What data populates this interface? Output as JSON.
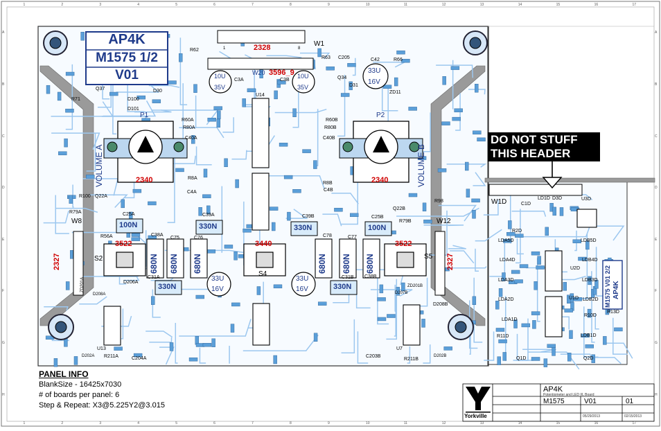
{
  "title_block": {
    "product": "AP4K",
    "model_part": "M1575 1/2",
    "version": "V01",
    "board_desc": "Potentiometer and LED I/L Board",
    "doc_number": "M1575",
    "doc_version": "V01",
    "sheet": "01",
    "date_1": "05/29/2013",
    "date_2": "02/15/2013",
    "company": "Yorkville"
  },
  "warning": {
    "line1": "DO NOT STUFF",
    "line2": "THIS HEADER"
  },
  "panel_info": {
    "heading": "PANEL INFO",
    "blank_size": "BlankSize - 16425x7030",
    "boards": "# of boards per panel: 6",
    "step_repeat": "Step & Repeat: X3@5.225Y2@3.015"
  },
  "connectors": {
    "w1": "W1",
    "w1_pin1": "1",
    "w1_pin8": "8",
    "w20": "W20",
    "w20_num": "3596_9",
    "w8": "W8",
    "w12": "W12",
    "w1d": "W1D",
    "hdr_num": "2328",
    "side_num_left": "2327",
    "side_num_right": "2327"
  },
  "pots": {
    "p1": "P1",
    "p2": "P2",
    "vol_a": "VOLUME A",
    "vol_b": "VOLUME B",
    "p1_num": "2340",
    "p2_num": "2340"
  },
  "switches": {
    "s2": "S2",
    "s4": "S4",
    "s5": "S5",
    "s2_num": "3522",
    "s4_num": "3440",
    "s5_num": "3522"
  },
  "caps": {
    "c3a_val": "10U",
    "c3a_v": "35V",
    "c3a": "C3A",
    "c3b_val": "10U",
    "c3b_v": "35V",
    "c3b": "C3B",
    "c42_val": "33U",
    "c42_v": "16V",
    "c42": "C42",
    "c200a_val": "33U",
    "c200a_v": "16V",
    "c200b_val": "33U",
    "c200b_v": "16V",
    "c25a": "C25A",
    "c25a_v": "100N",
    "c25b": "C25B",
    "c25b_v": "100N",
    "c39a": "C39A",
    "c39a_v": "330N",
    "c39b": "C39B",
    "c39b_v": "330N",
    "c31a": "C31A",
    "c31a_v": "330N",
    "c31b": "C31B",
    "c31b_v": "330N",
    "c38a": "C38A",
    "c75": "C75",
    "c76": "C76",
    "c78": "C78",
    "c77": "C77",
    "c38b": "C38B",
    "cap680": "680N"
  },
  "labels": {
    "r62": "R62",
    "r63": "R63",
    "c205": "C205",
    "r66": "R66",
    "q37": "Q37",
    "r71": "R71",
    "d100": "D100",
    "d101": "D101",
    "d30": "D30",
    "d31": "D31",
    "q34": "Q34",
    "zd11": "ZD11",
    "u14": "U14",
    "r60a": "R60A",
    "r80a": "R80A",
    "c40a": "C40A",
    "r60b": "R60B",
    "r80b": "R80B",
    "c40b": "C40B",
    "r8a": "R8A",
    "c4a": "C4A",
    "r8b": "R8B",
    "c4b": "C4B",
    "r100": "R100",
    "r79a": "R79A",
    "q22a": "Q22A",
    "r56a": "R56A",
    "r98": "R98",
    "q22b": "Q22B",
    "r79b": "R79B",
    "d206a": "D206A",
    "zd201a": "ZD201A",
    "d208a": "D208A",
    "d208b": "D208B",
    "zd201b": "ZD201B",
    "d207b": "D207B",
    "u13": "U13",
    "u7": "U7",
    "r211a": "R211A",
    "r211b": "R211B",
    "c204a": "C204A",
    "c203b": "C203B",
    "d202a": "D202A",
    "d202b": "D202B",
    "ld1d": "LD1D",
    "c1d": "C1D",
    "d3d": "D3D",
    "u3d": "U3D",
    "r2d": "R2D",
    "lda5d": "LDA5D",
    "ldb5d": "LDB5D",
    "lda4d": "LDA4D",
    "ldb4d": "LDB4D",
    "lda3d": "LDA3D",
    "ldb3d": "LDB3D",
    "lda2d": "LDA2D",
    "ldb2d": "LDB2D",
    "lda1d": "LDA1D",
    "ldb1d": "LDB1D",
    "u2d": "U2D",
    "u1d": "U1D",
    "r13d": "R13D",
    "r10d": "R10D",
    "r11d": "R11D",
    "q1d": "Q1D",
    "q2d": "Q2D",
    "side_model": "M1575 V01 2/2",
    "side_product": "AP4K"
  },
  "grid": {
    "cols": [
      "1",
      "2",
      "3",
      "4",
      "5",
      "6",
      "7",
      "8",
      "9",
      "10",
      "11",
      "12",
      "13",
      "14",
      "15",
      "16",
      "17"
    ],
    "rows": [
      "A",
      "B",
      "C",
      "D",
      "E",
      "F",
      "G",
      "H"
    ]
  }
}
